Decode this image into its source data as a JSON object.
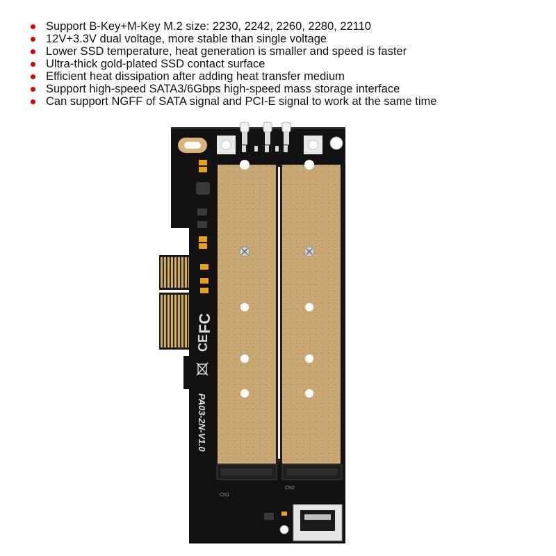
{
  "features": [
    "Support B-Key+M-Key M.2 size: 2230, 2242, 2260, 2280, 22110",
    "12V+3.3V dual voltage, more stable than single voltage",
    "Lower SSD temperature, heat generation is smaller and speed is faster",
    "Ultra-thick gold-plated SSD contact surface",
    "Efficient heat dissipation after adding heat transfer medium",
    "Support high-speed SATA3/6Gbps high-speed mass storage interface",
    "Can support NGFF of SATA signal and PCI-E signal to work at the same time"
  ],
  "colors": {
    "bullet": "#e00000",
    "pcb": "#111111",
    "gold_pad": "#c9a772",
    "gold_fingers": "#d2a85a",
    "component": "#e8a21a"
  },
  "board": {
    "model_label": "PA03-2N-V1.0",
    "connector_left_label": "CN1",
    "connector_right_label": "CN2",
    "icons": [
      "fcc-logo-icon",
      "ce-mark-icon",
      "weee-bin-icon"
    ]
  }
}
